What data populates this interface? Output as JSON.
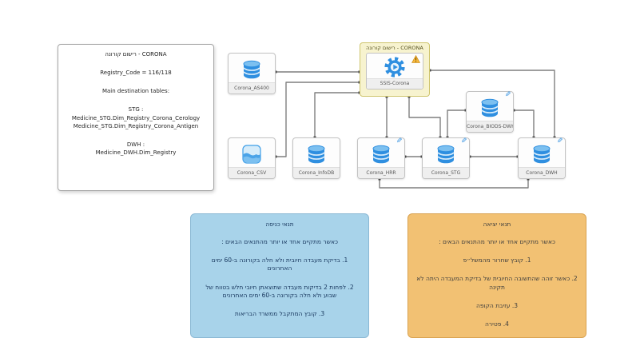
{
  "info_box": {
    "title": "רישום קורונה - CORONA",
    "lines": [
      "Registry_Code = 116/118",
      "Main destination tables:",
      "STG :",
      "Medicine_STG.Dim_Registry_Corona_Cerology",
      "Medicine_STG.Dim_Registry_Corona_Antigen",
      "DWH :",
      "Medicine_DWH.Dim_Registry"
    ]
  },
  "diagram": {
    "group": {
      "title": "רישום קורונה - CORONA",
      "node_label": "SSIS-Corona"
    },
    "nodes": [
      {
        "label": "Corona_AS400"
      },
      {
        "label": "Corona_CSV"
      },
      {
        "label": "Corona_InfoDB"
      },
      {
        "label": "Corona_HRR"
      },
      {
        "label": "Corona_STG"
      },
      {
        "label": "Corona_DWH"
      },
      {
        "label": "Corona_BIODS-DWH"
      }
    ]
  },
  "entry_box": {
    "title": "תנאי כניסה",
    "intro": "כאשר מתקיים אחד או יותר מהתנאים הבאים :",
    "items": [
      "1. בדיקת מעבדה חיובית ולא חלה בקורונה ב-60 ימים האחרונים",
      "2. לפחות 2 בדיקות מעבדה שתוצאתן חיובי חלש בטווח של שבוע ולא חלה בקורונה ב-60 ימים האחרונים",
      "3. קובץ המתקבל ממשרד הבריאות"
    ]
  },
  "exit_box": {
    "title": "תנאי יציאה",
    "intro": "כאשר מתקיים אחד או יותר מהתנאים הבאים :",
    "items": [
      "1. קובץ שחרור מהמשל״פ",
      "2. כאשר זוהה שהתשובה החיובית של בדיקת המעבדה היתה לא תקינה",
      "3. עזיבת הקופה",
      "4. פטירה"
    ]
  },
  "colors": {
    "accent_blue": "#2f8fe0",
    "entry_box_bg": "#a8d3ea",
    "exit_box_bg": "#f2c173",
    "group_bg": "#f7f3cf",
    "connector": "#7f7f7f",
    "warning": "#f6b73c"
  },
  "icons": {
    "database": "database-icon",
    "csv": "csv-file-icon",
    "ssis": "gear-play-icon",
    "warning": "warning-icon",
    "edit": "pencil-badge-icon"
  }
}
